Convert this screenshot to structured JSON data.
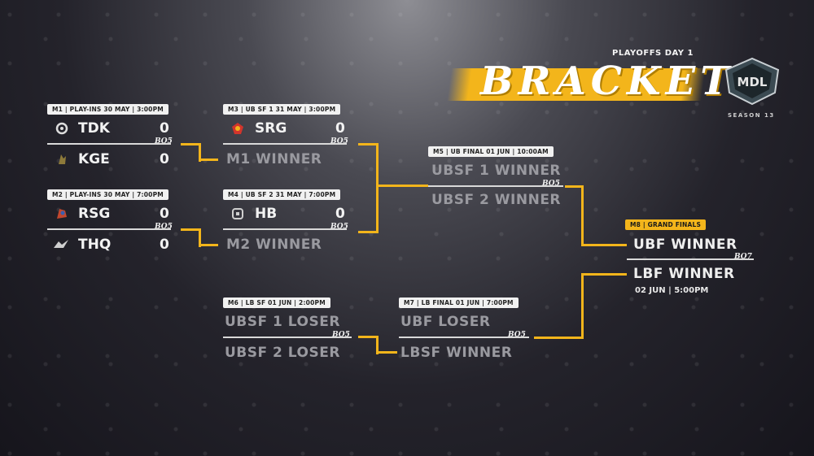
{
  "header": {
    "subtitle": "PLAYOFFS DAY 1",
    "title": "BRACKET",
    "league_logo_text": "MDL",
    "season": "SEASON 13"
  },
  "matches": {
    "m1": {
      "tag": "M1 | PLAY-INS   30 MAY | 3:00PM",
      "team1": "TDK",
      "score1": "0",
      "team2": "KGE",
      "score2": "0",
      "bo": "BO5"
    },
    "m2": {
      "tag": "M2 | PLAY-INS   30 MAY | 7:00PM",
      "team1": "RSG",
      "score1": "0",
      "team2": "THQ",
      "score2": "0",
      "bo": "BO5"
    },
    "m3": {
      "tag": "M3 | UB SF 1     31 MAY | 3:00PM",
      "team1": "SRG",
      "score1": "0",
      "team2": "M1 WINNER",
      "bo": "BO5"
    },
    "m4": {
      "tag": "M4 | UB SF 2     31 MAY | 7:00PM",
      "team1": "HB",
      "score1": "0",
      "team2": "M2 WINNER",
      "bo": "BO5"
    },
    "m5": {
      "tag": "M5 | UB FINAL 01 JUN | 10:00AM",
      "team1": "UBSF 1 WINNER",
      "team2": "UBSF 2 WINNER",
      "bo": "BO5"
    },
    "m6": {
      "tag": "M6 | LB SF        01 JUN | 2:00PM",
      "team1": "UBSF 1 LOSER",
      "team2": "UBSF 2 LOSER",
      "bo": "BO5"
    },
    "m7": {
      "tag": "M7 | LB FINAL   01 JUN | 7:00PM",
      "team1": "UBF LOSER",
      "team2": "LBSF WINNER",
      "bo": "BO5"
    },
    "m8": {
      "tag": "M8 | GRAND FINALS",
      "team1": "UBF WINNER",
      "team2": "LBF WINNER",
      "bo": "BO7",
      "date": "02 JUN | 5:00PM"
    }
  },
  "colors": {
    "accent": "#f3b51b",
    "background": "#24232b",
    "text": "#f2f2f2",
    "muted": "#9a9aa0"
  }
}
